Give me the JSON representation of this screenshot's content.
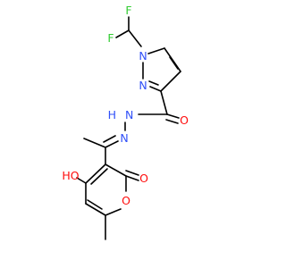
{
  "molecule": {
    "atoms": {
      "f_top": "F",
      "f_left": "F",
      "n1": "N",
      "n2": "N",
      "o_amide": "O",
      "nh_amide": "N",
      "h_amide": "H",
      "n_imine": "N",
      "o_hydroxy": "HO",
      "o_ring_carbonyl": "O",
      "o_ring": "O"
    },
    "colors": {
      "bond": "#000000",
      "halogen": "#33cc33",
      "nitrogen": "#3050f8",
      "oxygen": "#ff0d0d"
    }
  }
}
